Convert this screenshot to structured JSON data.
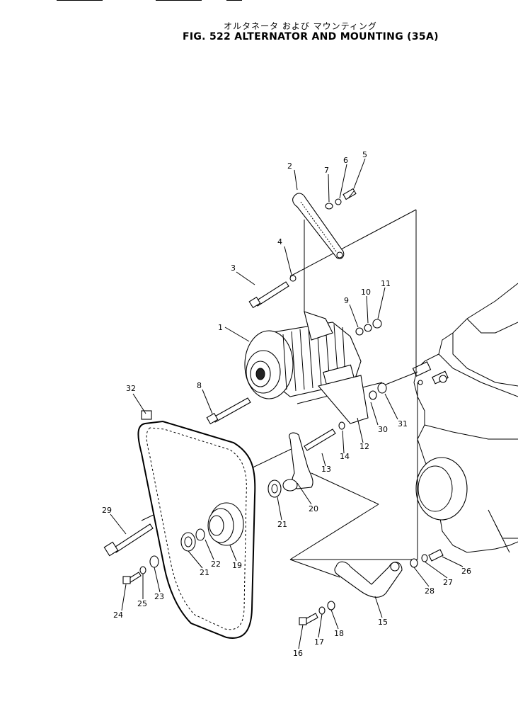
{
  "title_jp": "オルタネータ および マウンティング",
  "title_en": "FIG. 522  ALTERNATOR  AND  MOUNTING  (35A)",
  "callouts": [
    "1",
    "2",
    "3",
    "4",
    "5",
    "6",
    "7",
    "8",
    "9",
    "10",
    "11",
    "12",
    "13",
    "14",
    "15",
    "16",
    "17",
    "18",
    "19",
    "20",
    "21",
    "21",
    "22",
    "23",
    "24",
    "25",
    "26",
    "27",
    "28",
    "29",
    "30",
    "31",
    "32"
  ]
}
